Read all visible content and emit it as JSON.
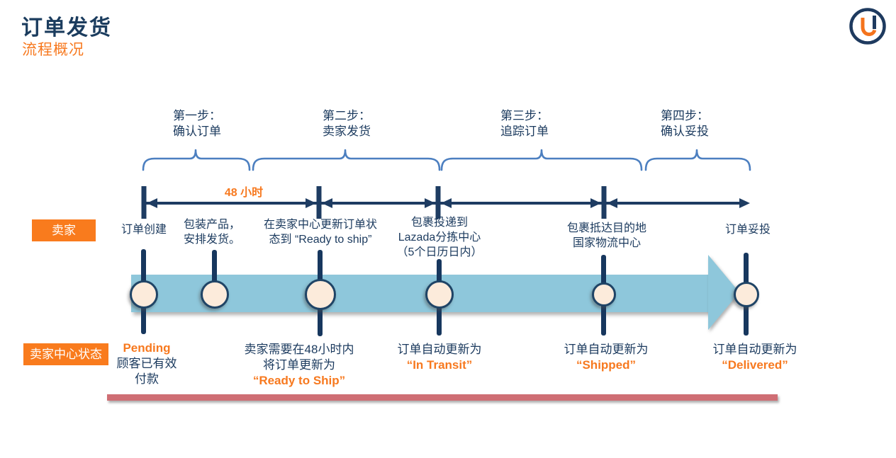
{
  "header": {
    "title": "订单发货",
    "subtitle": "流程概况"
  },
  "colors": {
    "navy": "#17375E",
    "orange": "#F7791F",
    "brace_blue": "#4C7FC0",
    "band_blue": "#8EC7DB",
    "node_fill": "#FCEBDB",
    "red_line": "#CF6E74"
  },
  "step_labels": [
    {
      "lines": [
        "第一步：",
        "确认订单"
      ]
    },
    {
      "lines": [
        "第二步：",
        "卖家发货"
      ]
    },
    {
      "lines": [
        "第三步：",
        "追踪订单"
      ]
    },
    {
      "lines": [
        "第四步：",
        "确认妥投"
      ]
    }
  ],
  "timeline": {
    "duration_label": "48 小时"
  },
  "row_labels": {
    "seller": "卖家",
    "seller_center_status": "卖家中心状态"
  },
  "events": [
    {
      "lines": [
        "订单创建"
      ]
    },
    {
      "lines": [
        "包装产品，",
        "安排发货。"
      ]
    },
    {
      "lines": [
        "在卖家中心更新订单状",
        "态到 “Ready to ship”"
      ]
    },
    {
      "lines": [
        "包裹投递到",
        "Lazada分拣中心",
        "（5个日历日内）"
      ]
    },
    {
      "lines": [
        "包裹抵达目的地",
        "国家物流中心"
      ]
    },
    {
      "lines": [
        "订单妥投"
      ]
    }
  ],
  "statuses": [
    {
      "status": "Pending",
      "lines": [
        "顾客已有效",
        "付款"
      ]
    },
    {
      "lines": [
        "卖家需要在48小时内",
        "将订单更新为"
      ],
      "status": "“Ready to Ship”"
    },
    {
      "lines": [
        "订单自动更新为"
      ],
      "status": "“In Transit”"
    },
    {
      "lines": [
        "订单自动更新为"
      ],
      "status": "“Shipped”"
    },
    {
      "lines": [
        "订单自动更新为"
      ],
      "status": "“Delivered”"
    }
  ]
}
